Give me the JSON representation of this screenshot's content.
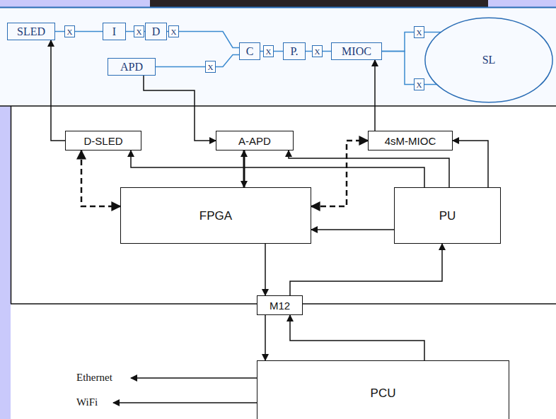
{
  "diagram": {
    "nodes": [
      {
        "text": [
          "SLED"
        ]
      },
      {
        "text": [
          "X"
        ]
      },
      {
        "text": [
          "I"
        ]
      },
      {
        "text": [
          "X"
        ]
      },
      {
        "text": [
          "D"
        ]
      },
      {
        "text": [
          "X"
        ]
      },
      {
        "text": [
          "APD"
        ]
      },
      {
        "text": [
          "X"
        ]
      },
      {
        "text": [
          "C"
        ]
      },
      {
        "text": [
          "X"
        ]
      },
      {
        "text": [
          "P."
        ]
      },
      {
        "text": [
          "X"
        ]
      },
      {
        "text": [
          "MIOC"
        ]
      },
      {
        "text": [
          "X"
        ]
      },
      {
        "text": [
          "X"
        ]
      },
      {
        "text": [
          "SL"
        ]
      },
      {
        "text": [
          "D-SLED"
        ]
      },
      {
        "text": [
          "A-APD"
        ]
      },
      {
        "text": [
          "4sM-MIOC"
        ]
      },
      {
        "text": [
          "FPGA"
        ]
      },
      {
        "text": [
          "PU"
        ]
      },
      {
        "text": [
          "M12"
        ]
      },
      {
        "text": [
          "PCU"
        ]
      }
    ],
    "edges": [
      {
        "from": 0,
        "to": 1,
        "arrow": "none"
      },
      {
        "from": 1,
        "to": 2,
        "arrow": "none"
      },
      {
        "from": 2,
        "to": 3,
        "arrow": "none"
      },
      {
        "from": 3,
        "to": 4,
        "arrow": "none"
      },
      {
        "from": 4,
        "to": 5,
        "arrow": "none"
      },
      {
        "from": 5,
        "to": 8,
        "arrow": "none"
      },
      {
        "from": 6,
        "to": 7,
        "arrow": "none"
      },
      {
        "from": 7,
        "to": 8,
        "arrow": "none"
      },
      {
        "from": 8,
        "to": 9,
        "arrow": "none"
      },
      {
        "from": 9,
        "to": 10,
        "arrow": "none"
      },
      {
        "from": 10,
        "to": 11,
        "arrow": "none"
      },
      {
        "from": 11,
        "to": 12,
        "arrow": "none"
      },
      {
        "from": 12,
        "to": 13,
        "arrow": "none"
      },
      {
        "from": 13,
        "to": 15,
        "arrow": "none"
      },
      {
        "from": 12,
        "to": 14,
        "arrow": "none"
      },
      {
        "from": 14,
        "to": 15,
        "arrow": "none"
      },
      {
        "from": 16,
        "to": 0,
        "arrow": "to"
      },
      {
        "from": 6,
        "to": 17,
        "arrow": "to"
      },
      {
        "from": 18,
        "to": 12,
        "arrow": "to"
      },
      {
        "from": 17,
        "to": 19,
        "arrow": "both"
      },
      {
        "from": 16,
        "to": 19,
        "arrow": "both"
      },
      {
        "from": 19,
        "to": 18,
        "arrow": "both"
      },
      {
        "from": 20,
        "to": 16,
        "arrow": "to"
      },
      {
        "from": 20,
        "to": 17,
        "arrow": "to"
      },
      {
        "from": 20,
        "to": 18,
        "arrow": "to"
      },
      {
        "from": 20,
        "to": 19,
        "arrow": "to"
      },
      {
        "from": 19,
        "to": 21,
        "arrow": "to"
      },
      {
        "from": 21,
        "to": 20,
        "arrow": "to"
      },
      {
        "from": 21,
        "to": 22,
        "arrow": "to"
      },
      {
        "from": 22,
        "to": 21,
        "arrow": "to"
      }
    ],
    "labels": [
      "Ethernet",
      "WiFi"
    ]
  }
}
